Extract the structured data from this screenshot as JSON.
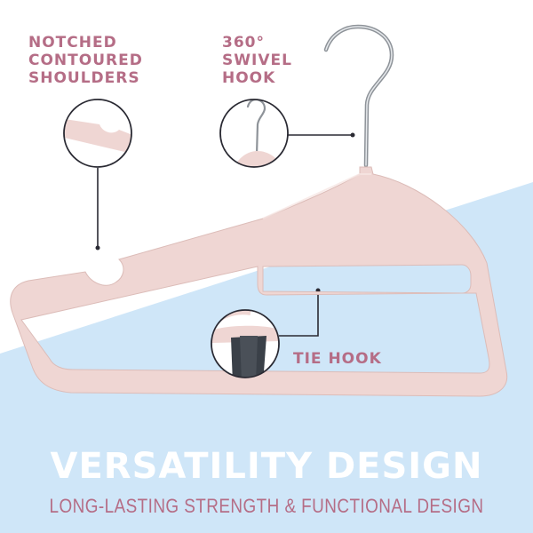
{
  "colors": {
    "accent_text": "#b56d86",
    "hanger_pink": "#efd6d3",
    "background_blue": "#cfe6f8",
    "headline_white": "#ffffff",
    "callout_line": "#2a2a33"
  },
  "callouts": {
    "notched": {
      "lines": [
        "NOTCHED",
        "CONTOURED",
        "SHOULDERS"
      ]
    },
    "swivel": {
      "lines": [
        "360°",
        "SWIVEL",
        "HOOK"
      ]
    },
    "tie": {
      "label": "TIE HOOK"
    }
  },
  "headline": "VERSATILITY DESIGN",
  "subheadline": "LONG-LASTING STRENGTH & FUNCTIONAL DESIGN",
  "icons": [
    "notched-shoulder-zoom-icon",
    "swivel-hook-zoom-icon",
    "tie-hook-zoom-icon",
    "hanger-image"
  ]
}
